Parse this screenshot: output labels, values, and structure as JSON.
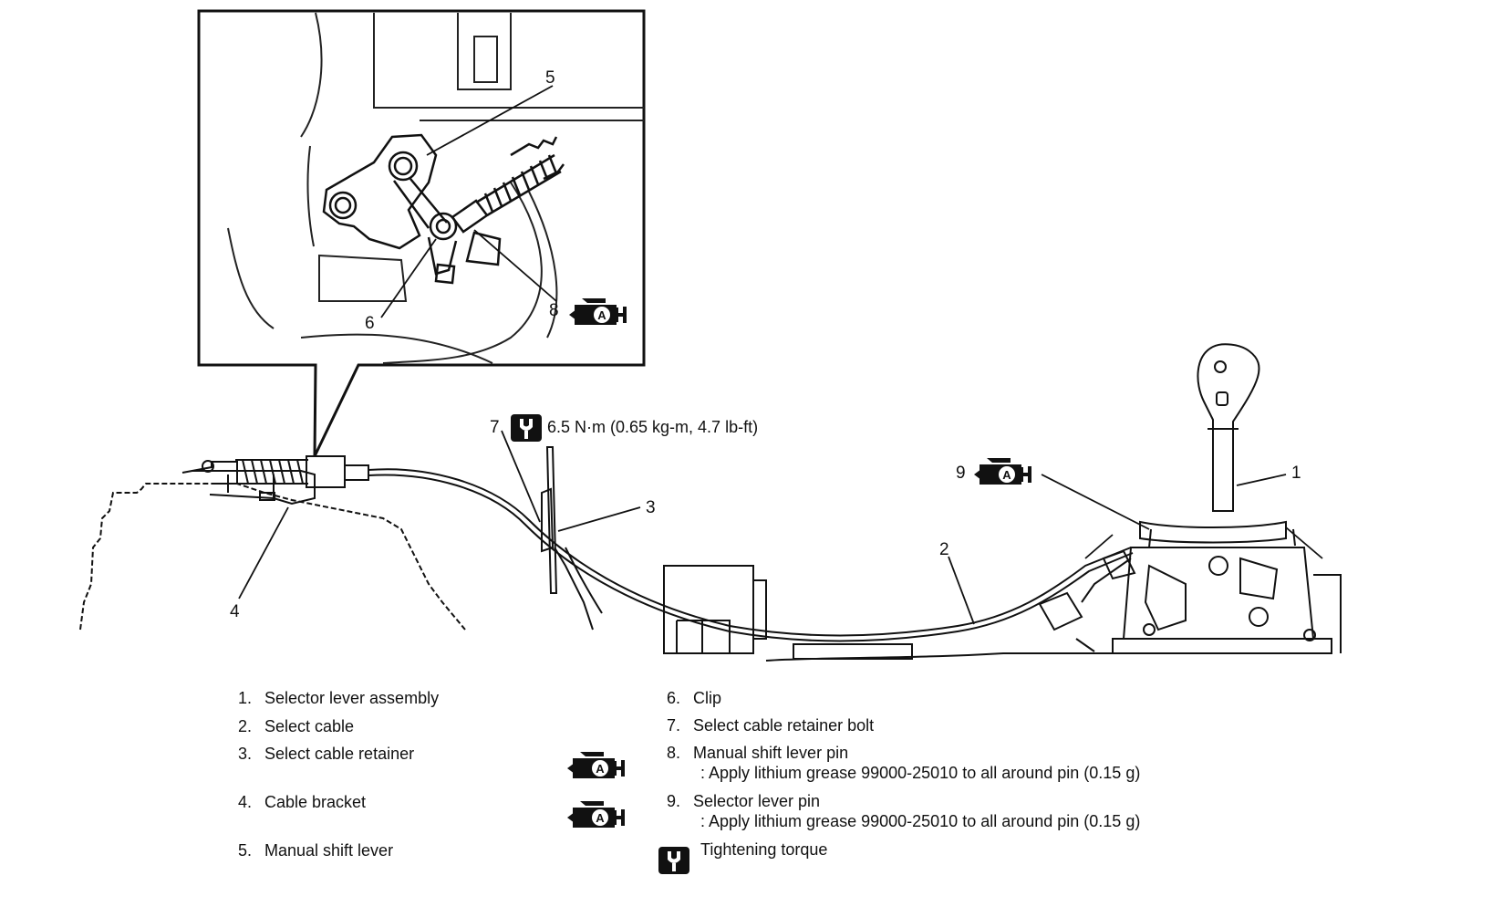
{
  "torque_spec": "6.5 N·m (0.65 kg-m, 4.7 lb-ft)",
  "grease_icon_letter": "A",
  "callouts": {
    "c1": "1",
    "c2": "2",
    "c3": "3",
    "c4": "4",
    "c5": "5",
    "c6": "6",
    "c7": "7",
    "c8": "8",
    "c9": "9"
  },
  "legend": [
    {
      "num": "1.",
      "text": "Selector lever assembly"
    },
    {
      "num": "2.",
      "text": "Select cable"
    },
    {
      "num": "3.",
      "text": "Select cable retainer"
    },
    {
      "num": "4.",
      "text": "Cable bracket"
    },
    {
      "num": "5.",
      "text": "Manual shift lever"
    },
    {
      "num": "6.",
      "text": "Clip"
    },
    {
      "num": "7.",
      "text": "Select cable retainer bolt"
    },
    {
      "num": "8.",
      "text": "Manual shift lever pin"
    },
    {
      "num": "9.",
      "text": "Selector lever pin"
    }
  ],
  "legend_notes": {
    "n8": ": Apply lithium grease 99000-25010 to all around pin (0.15 g)",
    "n9": ": Apply lithium grease 99000-25010 to all around pin (0.15 g)"
  },
  "torque_legend": "Tightening torque",
  "icons": [
    "grease-gun-icon",
    "torque-wrench-icon"
  ]
}
